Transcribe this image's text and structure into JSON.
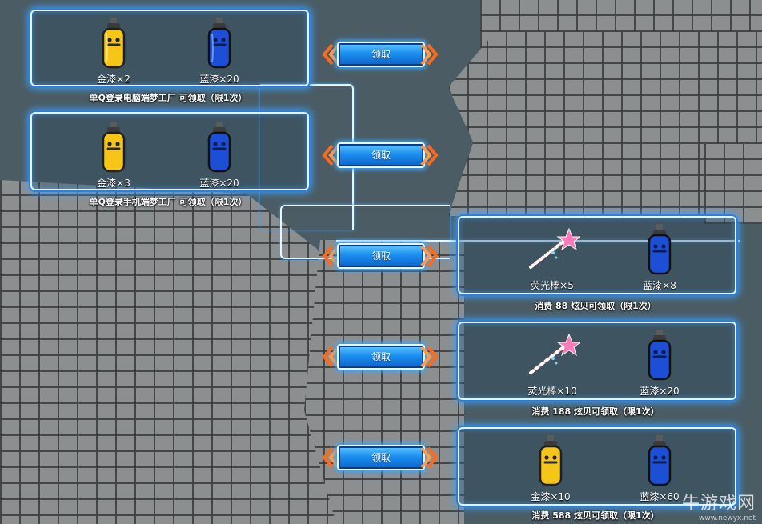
{
  "rows": [
    {
      "button_label": "领取",
      "items": [
        {
          "name": "金漆×2",
          "icon": "gold-spray-can-icon"
        },
        {
          "name": "蓝漆×20",
          "icon": "blue-spray-can-icon"
        }
      ],
      "caption": "单Q登录电脑端梦工厂 可领取（限1次）"
    },
    {
      "button_label": "领取",
      "items": [
        {
          "name": "金漆×3",
          "icon": "gold-spray-can-icon"
        },
        {
          "name": "蓝漆×20",
          "icon": "blue-spray-can-icon"
        }
      ],
      "caption": "单Q登录手机端梦工厂 可领取（限1次）"
    },
    {
      "button_label": "领取",
      "items": [
        {
          "name": "荧光棒×5",
          "icon": "glow-wand-icon"
        },
        {
          "name": "蓝漆×8",
          "icon": "blue-spray-can-icon"
        }
      ],
      "caption": "消费 88 炫贝可领取（限1次）"
    },
    {
      "button_label": "领取",
      "items": [
        {
          "name": "荧光棒×10",
          "icon": "glow-wand-icon"
        },
        {
          "name": "蓝漆×20",
          "icon": "blue-spray-can-icon"
        }
      ],
      "caption": "消费 188 炫贝可领取（限1次）"
    },
    {
      "button_label": "领取",
      "items": [
        {
          "name": "金漆×10",
          "icon": "gold-spray-can-icon"
        },
        {
          "name": "蓝漆×60",
          "icon": "blue-spray-can-icon"
        }
      ],
      "caption": "消费 588 炫贝可领取（限1次）"
    }
  ],
  "watermark": {
    "title": "牛游戏网",
    "url": "www.newyx.net"
  },
  "colors": {
    "gold": "#f5c518",
    "blue": "#1c4fd6",
    "button": "#1b8ff0",
    "glow": "#3aa0ff"
  }
}
